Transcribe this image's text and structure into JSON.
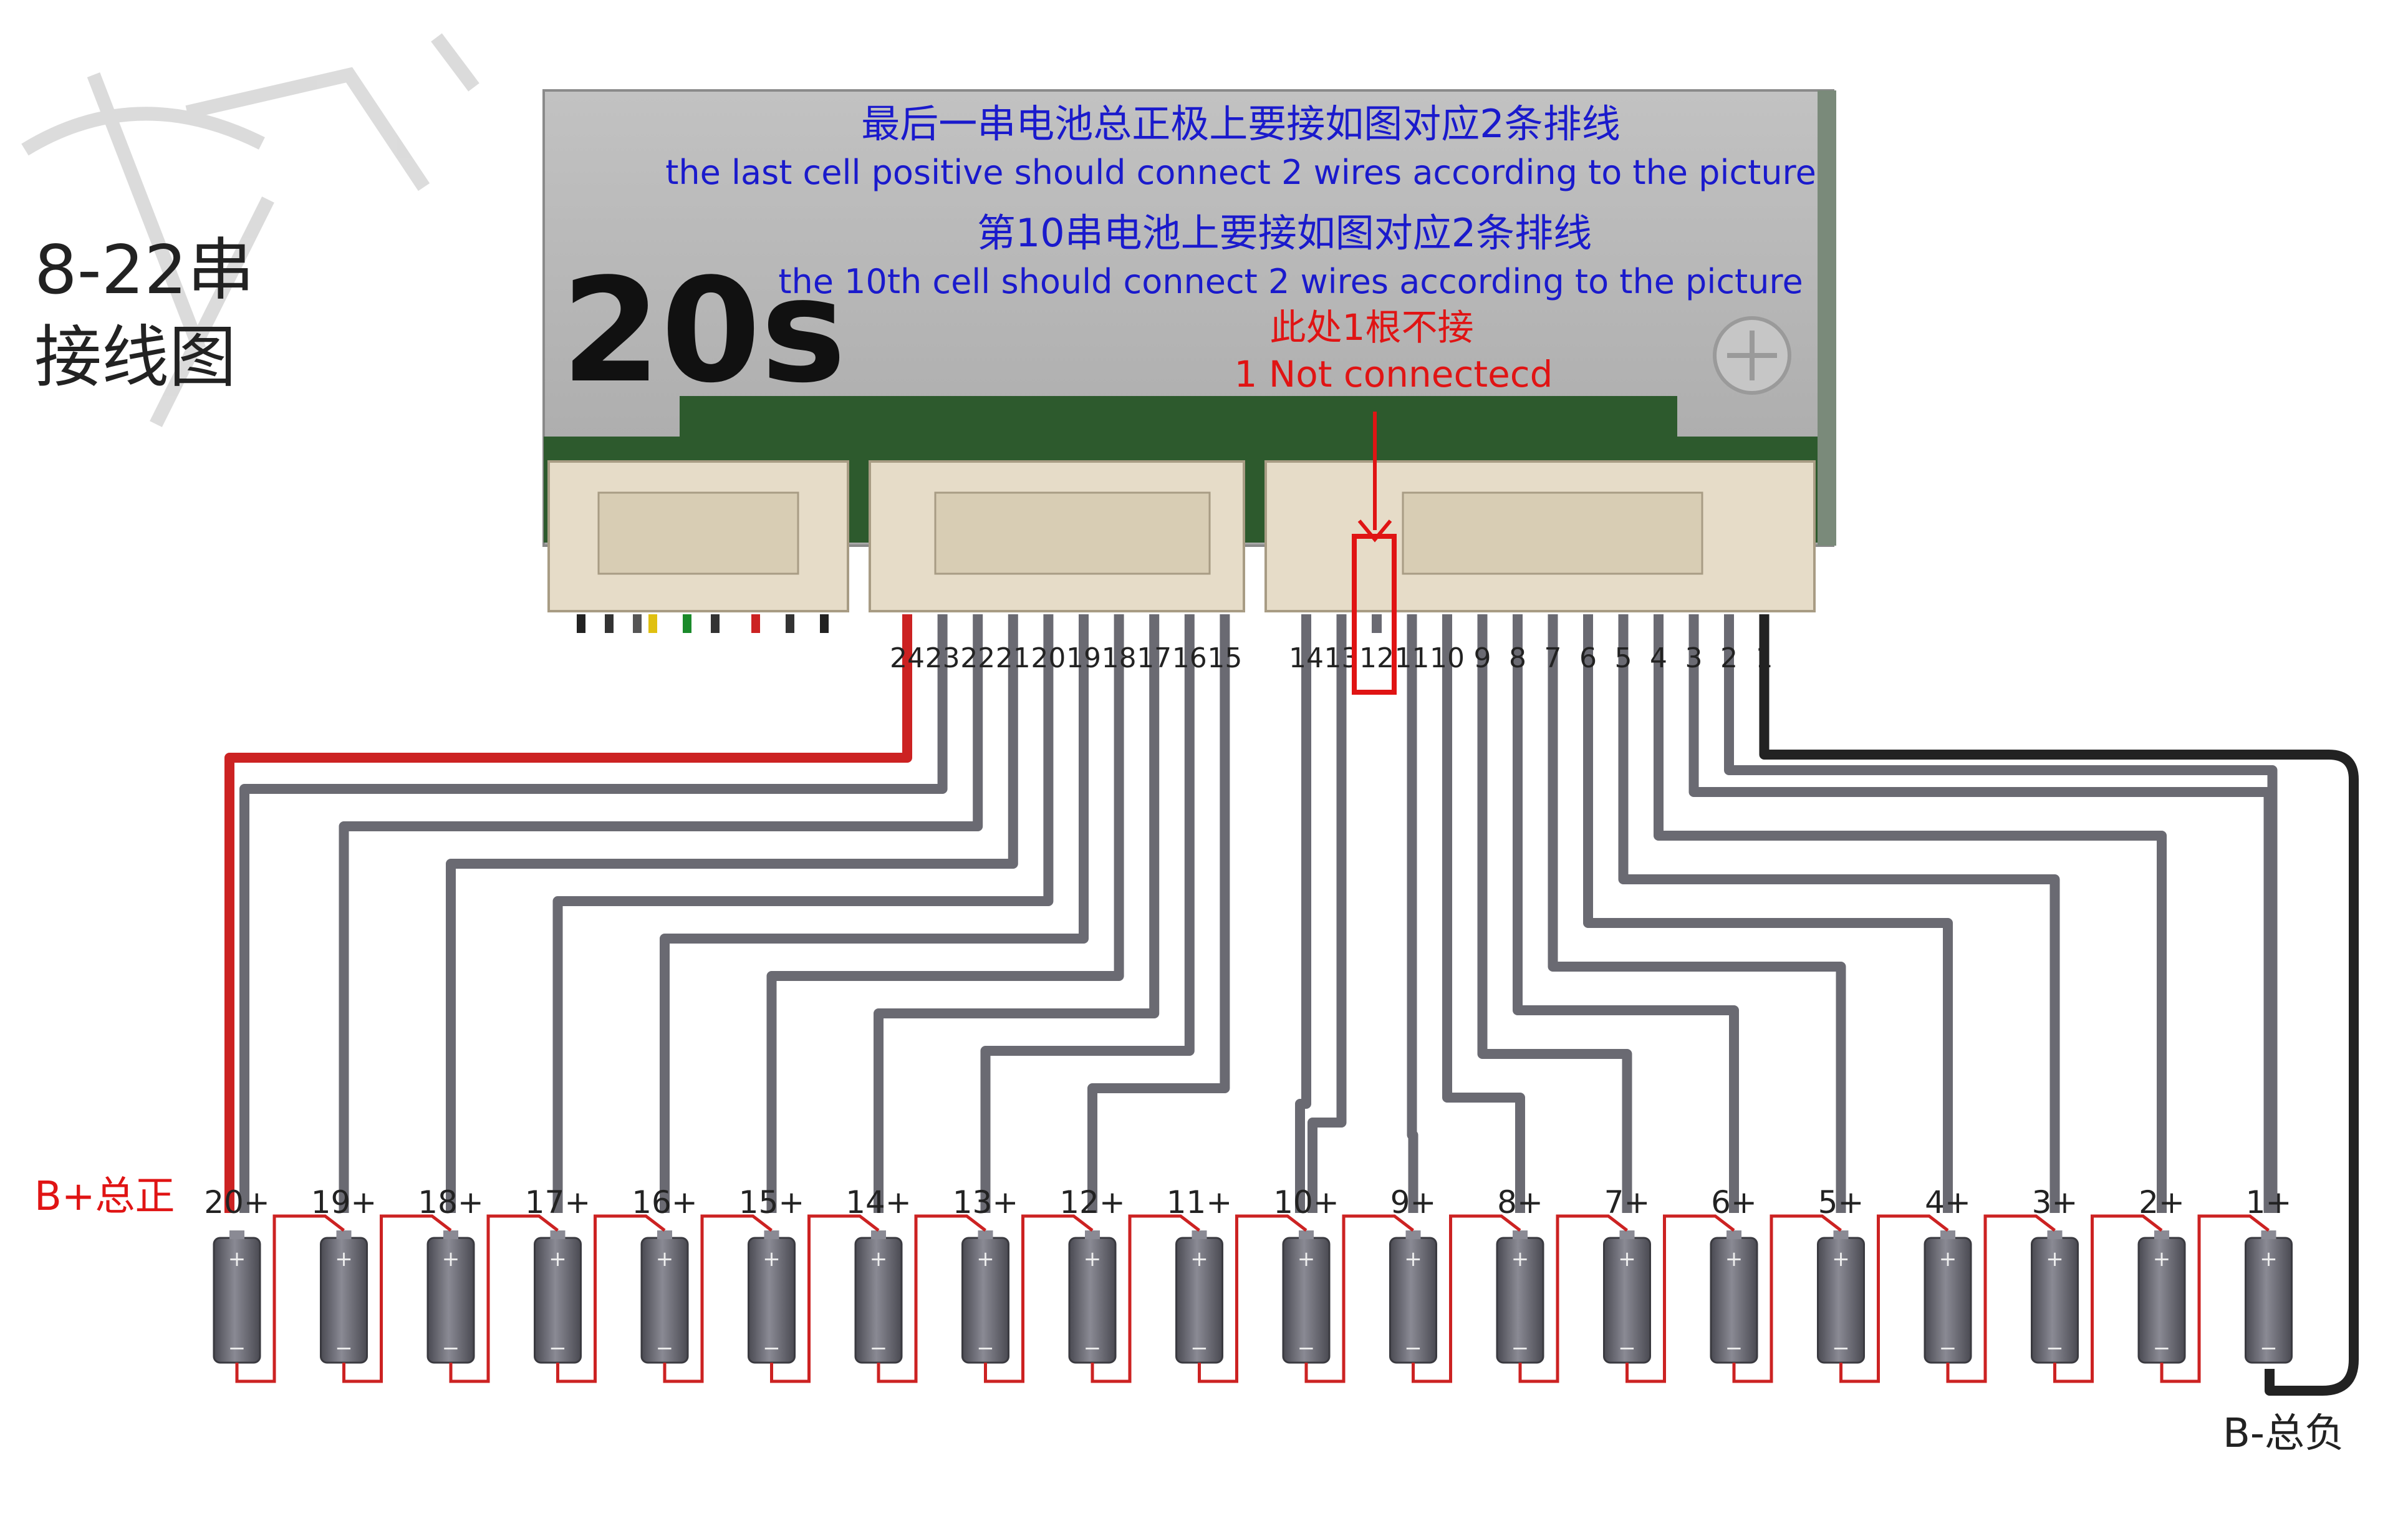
{
  "title_lines": [
    "8-22串",
    "接线图"
  ],
  "board_label": "20s",
  "notes": {
    "last_cell_cn": "最后一串电池总正极上要接如图对应2条排线",
    "last_cell_en": "the last cell positive should connect 2 wires according to the picture",
    "tenth_cell_cn": "第10串电池上要接如图对应2条排线",
    "tenth_cell_en": "the 10th cell should connect 2 wires according to the picture",
    "not_connected_cn": "此处1根不接",
    "not_connected_en": "1 Not connectecd"
  },
  "pins": [
    "24",
    "23",
    "22",
    "21",
    "20",
    "19",
    "18",
    "17",
    "16",
    "15",
    "14",
    "13",
    "12",
    "11",
    "10",
    "9",
    "8",
    "7",
    "6",
    "5",
    "4",
    "3",
    "2",
    "1"
  ],
  "cell_labels": [
    "20+",
    "19+",
    "18+",
    "17+",
    "16+",
    "15+",
    "14+",
    "13+",
    "12+",
    "11+",
    "10+",
    "9+",
    "8+",
    "7+",
    "6+",
    "5+",
    "4+",
    "3+",
    "2+",
    "1+"
  ],
  "b_plus_label": "B+总正",
  "b_minus_label": "B-总负",
  "cell_plus_sign": "+",
  "cell_minus_sign": "−",
  "colors": {
    "board": "#b4b4b4",
    "pcb": "#2d5a2d",
    "blue_text": "#1a1acc",
    "red_text": "#e01414",
    "wire_gray": "#6a6a72",
    "wire_red": "#cc2222",
    "wire_black": "#222222",
    "cell": "#5e5e66",
    "connector": "#e6dcc8"
  },
  "watermark_icon": "watermark-stamp",
  "screw_icon": "screw-icon"
}
